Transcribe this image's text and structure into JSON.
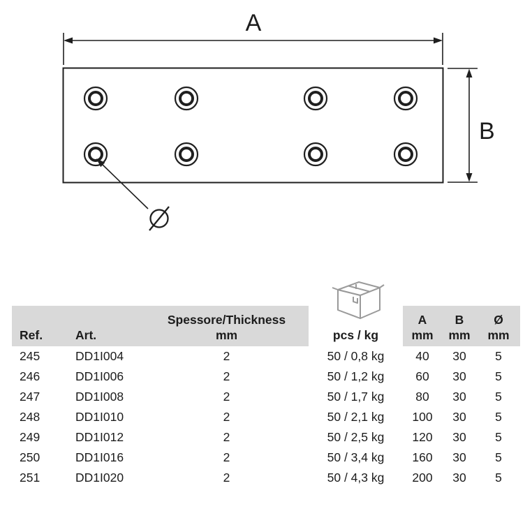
{
  "diagram": {
    "width_label": "A",
    "height_label": "B",
    "diameter_label": "Ø"
  },
  "table": {
    "headers": {
      "ref": "Ref.",
      "art": "Art.",
      "thickness": "Spessore/Thickness",
      "pcs_kg": "pcs / kg",
      "col_a": "A",
      "col_b": "B",
      "col_d": "Ø",
      "unit_mm": "mm"
    },
    "rows": [
      {
        "ref": "245",
        "art": "DD1I004",
        "thickness": "2",
        "pcs_kg": "50 / 0,8 kg",
        "a": "40",
        "b": "30",
        "d": "5"
      },
      {
        "ref": "246",
        "art": "DD1I006",
        "thickness": "2",
        "pcs_kg": "50 / 1,2 kg",
        "a": "60",
        "b": "30",
        "d": "5"
      },
      {
        "ref": "247",
        "art": "DD1I008",
        "thickness": "2",
        "pcs_kg": "50 / 1,7 kg",
        "a": "80",
        "b": "30",
        "d": "5"
      },
      {
        "ref": "248",
        "art": "DD1I010",
        "thickness": "2",
        "pcs_kg": "50 / 2,1 kg",
        "a": "100",
        "b": "30",
        "d": "5"
      },
      {
        "ref": "249",
        "art": "DD1I012",
        "thickness": "2",
        "pcs_kg": "50 / 2,5 kg",
        "a": "120",
        "b": "30",
        "d": "5"
      },
      {
        "ref": "250",
        "art": "DD1I016",
        "thickness": "2",
        "pcs_kg": "50 / 3,4 kg",
        "a": "160",
        "b": "30",
        "d": "5"
      },
      {
        "ref": "251",
        "art": "DD1I020",
        "thickness": "2",
        "pcs_kg": "50 / 4,3 kg",
        "a": "200",
        "b": "30",
        "d": "5"
      }
    ]
  },
  "colors": {
    "header_bg": "#d9d9d9",
    "line": "#1f1f1f"
  }
}
